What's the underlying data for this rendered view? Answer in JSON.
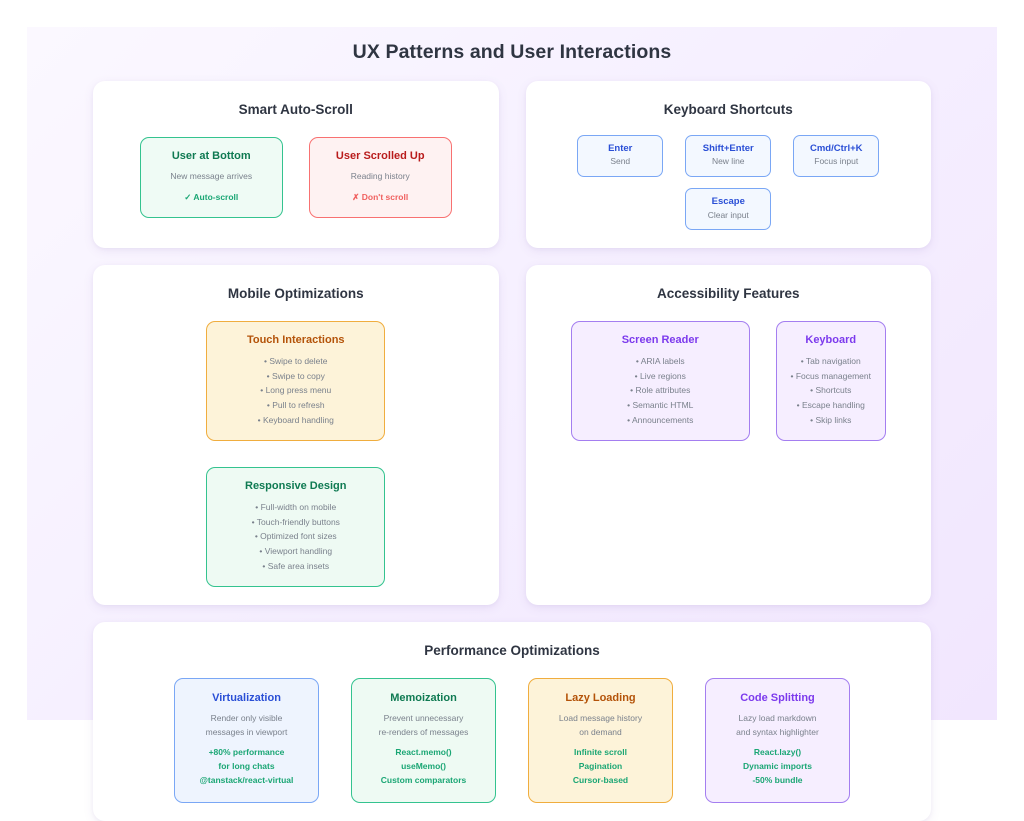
{
  "page": {
    "title": "UX Patterns and User Interactions"
  },
  "cards": {
    "auto_scroll": {
      "title": "Smart Auto-Scroll",
      "panels": [
        {
          "title": "User at Bottom",
          "sub": "New message arrives",
          "accent": "✓ Auto-scroll",
          "color": "#0f7a52"
        },
        {
          "title": "User Scrolled Up",
          "sub": "Reading history",
          "accent": "✗ Don't scroll",
          "color": "#b91c1c"
        }
      ]
    },
    "keyboard_shortcuts": {
      "title": "Keyboard Shortcuts",
      "row1": [
        {
          "key": "Enter",
          "desc": "Send"
        },
        {
          "key": "Shift+Enter",
          "desc": "New line"
        },
        {
          "key": "Cmd/Ctrl+K",
          "desc": "Focus input"
        }
      ],
      "row2": [
        {
          "key": "Escape",
          "desc": "Clear input"
        }
      ]
    },
    "mobile": {
      "title": "Mobile Optimizations",
      "panels": [
        {
          "title": "Touch Interactions",
          "items": [
            "• Swipe to delete",
            "• Swipe to copy",
            "• Long press menu",
            "• Pull to refresh",
            "• Keyboard handling"
          ]
        },
        {
          "title": "Responsive Design",
          "items": [
            "• Full-width on mobile",
            "• Touch-friendly buttons",
            "• Optimized font sizes",
            "• Viewport handling",
            "• Safe area insets"
          ]
        }
      ]
    },
    "accessibility": {
      "title": "Accessibility Features",
      "panels": [
        {
          "title": "Screen Reader",
          "items": [
            "• ARIA labels",
            "• Live regions",
            "• Role attributes",
            "• Semantic HTML",
            "• Announcements"
          ]
        },
        {
          "title": "Keyboard",
          "items": [
            "• Tab navigation",
            "• Focus management",
            "• Shortcuts",
            "• Escape handling",
            "• Skip links"
          ]
        }
      ]
    },
    "performance": {
      "title": "Performance Optimizations",
      "panels": [
        {
          "title": "Virtualization",
          "sub1": "Render only visible",
          "sub2": "messages in viewport",
          "accent1": "+80% performance",
          "accent2": "for long chats",
          "accent3": "@tanstack/react-virtual"
        },
        {
          "title": "Memoization",
          "sub1": "Prevent unnecessary",
          "sub2": "re-renders of messages",
          "accent1": "React.memo()",
          "accent2": "useMemo()",
          "accent3": "Custom comparators"
        },
        {
          "title": "Lazy Loading",
          "sub1": "Load message history",
          "sub2": "on demand",
          "accent1": "Infinite scroll",
          "accent2": "Pagination",
          "accent3": "Cursor-based"
        },
        {
          "title": "Code Splitting",
          "sub1": "Lazy load markdown",
          "sub2": "and syntax highlighter",
          "accent1": "React.lazy()",
          "accent2": "Dynamic imports",
          "accent3": "-50% bundle"
        }
      ]
    }
  },
  "colors": {
    "green": "#0f7a52",
    "red": "#b91c1c",
    "blue": "#2a4fd6",
    "amber": "#b45309",
    "violet": "#7c3aed",
    "accent_green": "#1aa674",
    "muted": "#7a818c",
    "heading": "#2f3542"
  }
}
